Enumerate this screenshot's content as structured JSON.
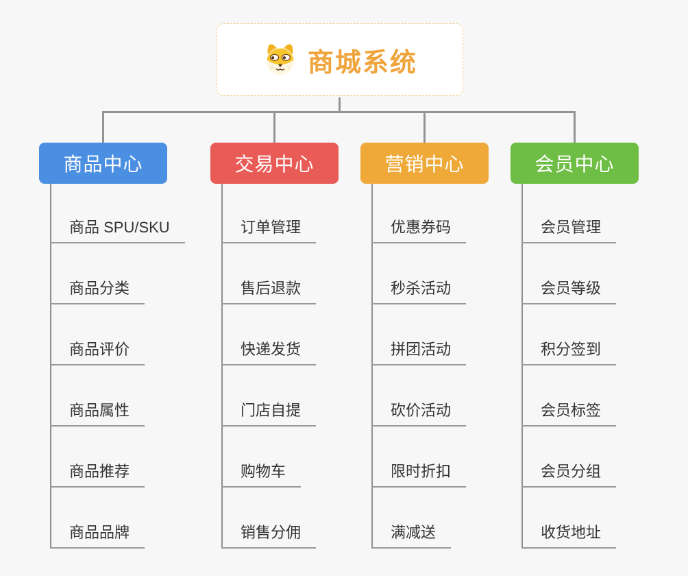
{
  "root": {
    "title": "商城系统",
    "icon": "dog-face-icon",
    "title_color": "#f0a43c",
    "border_color": "#f3cc8a"
  },
  "branches": [
    {
      "label": "商品中心",
      "color": "#4b8fe2",
      "children": [
        "商品 SPU/SKU",
        "商品分类",
        "商品评价",
        "商品属性",
        "商品推荐",
        "商品品牌"
      ]
    },
    {
      "label": "交易中心",
      "color": "#e95b56",
      "children": [
        "订单管理",
        "售后退款",
        "快递发货",
        "门店自提",
        "购物车",
        "销售分佣"
      ]
    },
    {
      "label": "营销中心",
      "color": "#efa938",
      "children": [
        "优惠券码",
        "秒杀活动",
        "拼团活动",
        "砍价活动",
        "限时折扣",
        "满减送"
      ]
    },
    {
      "label": "会员中心",
      "color": "#6ebe45",
      "children": [
        "会员管理",
        "会员等级",
        "积分签到",
        "会员标签",
        "会员分组",
        "收货地址"
      ]
    }
  ],
  "colors": {
    "background": "#f7f7f8",
    "connector": "#949494",
    "item_text": "#333333",
    "item_underline": "#999999"
  }
}
